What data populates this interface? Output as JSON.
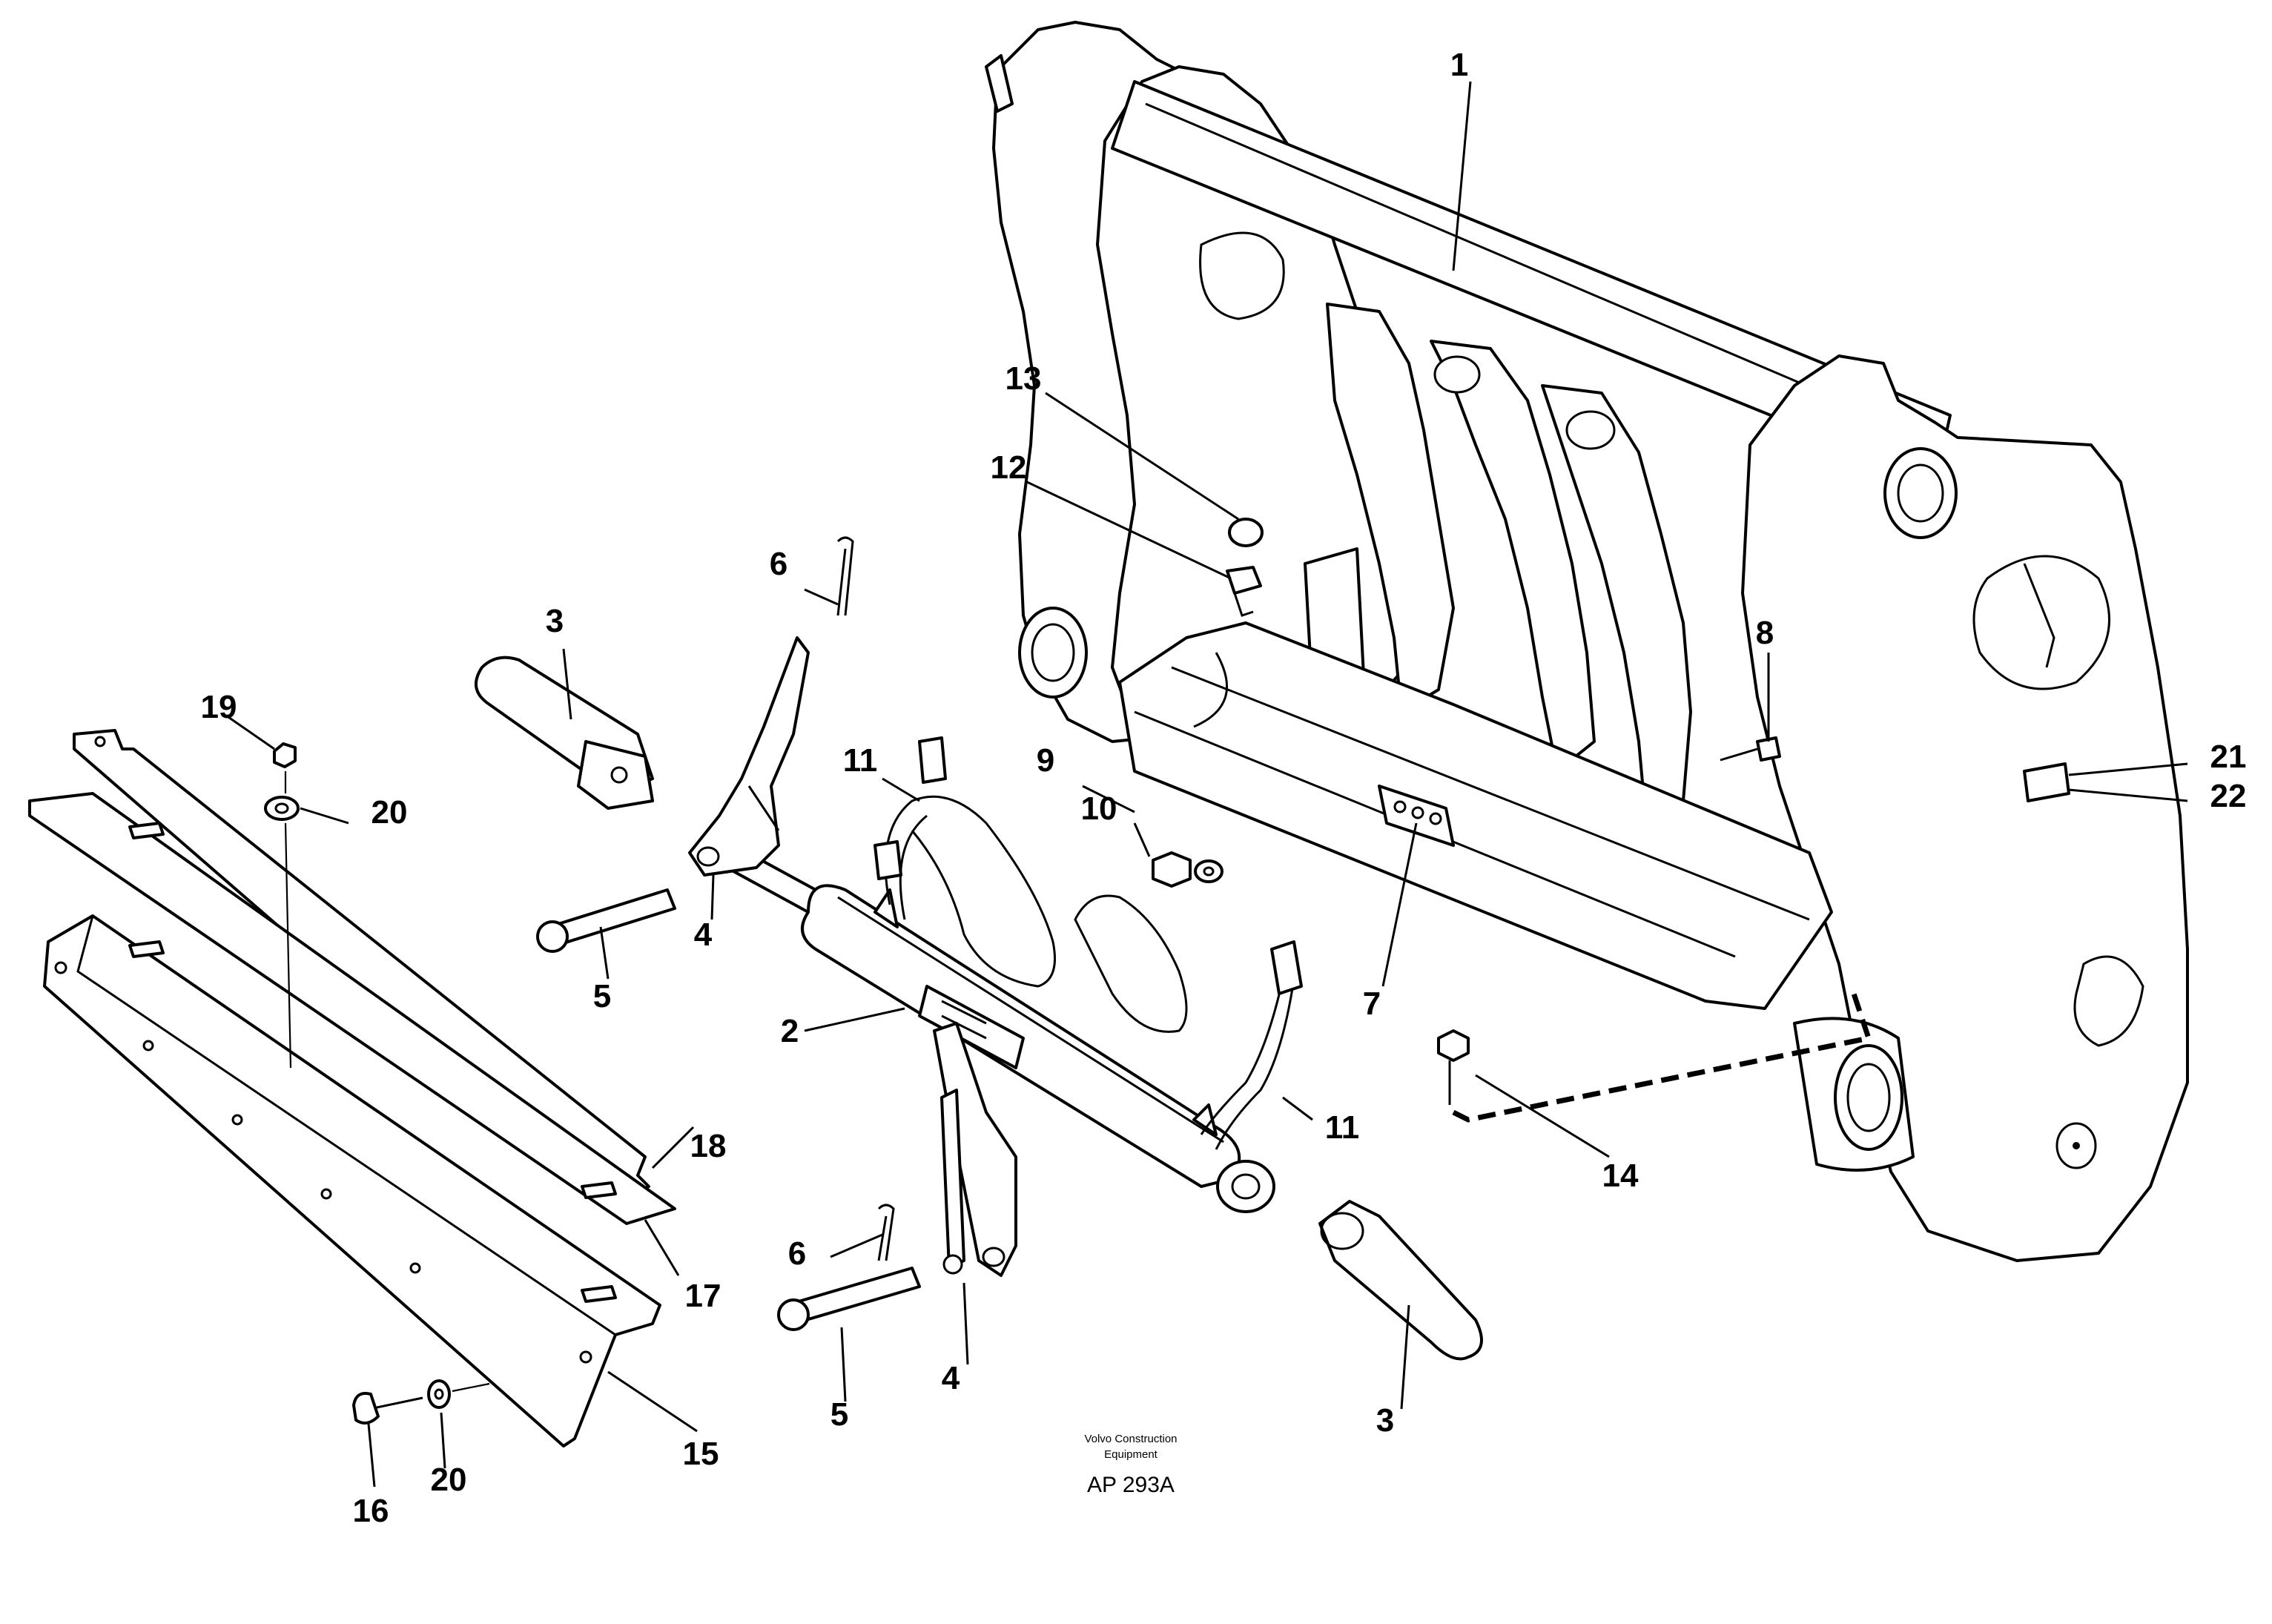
{
  "part_labels": {
    "p1": "1",
    "p2": "2",
    "p3a": "3",
    "p3b": "3",
    "p4a": "4",
    "p4b": "4",
    "p5a": "5",
    "p5b": "5",
    "p6a": "6",
    "p6b": "6",
    "p7": "7",
    "p8": "8",
    "p9": "9",
    "p10": "10",
    "p11a": "11",
    "p11b": "11",
    "p12": "12",
    "p13": "13",
    "p14": "14",
    "p15": "15",
    "p16": "16",
    "p17": "17",
    "p18": "18",
    "p19": "19",
    "p20a": "20",
    "p20b": "20",
    "p21": "21",
    "p22": "22"
  },
  "credit": {
    "line1": "Volvo Construction",
    "line2": "Equipment"
  },
  "drawing_code": "AP 293A"
}
